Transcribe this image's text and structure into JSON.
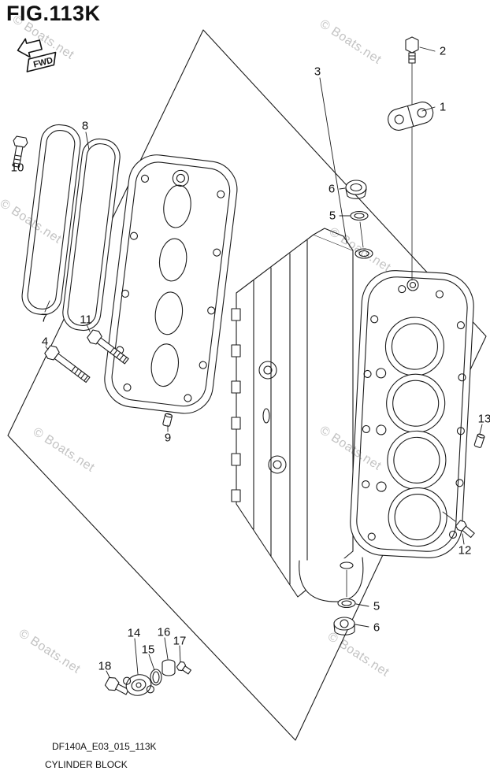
{
  "figure": {
    "title": "FIG.113K",
    "fwd_label": "FWD"
  },
  "watermark": {
    "text": "© Boats.net"
  },
  "callouts": {
    "c1": "1",
    "c2": "2",
    "c3": "3",
    "c4": "4",
    "c5": "5",
    "c6": "6",
    "c7": "7",
    "c8": "8",
    "c9": "9",
    "c10": "10",
    "c11": "11",
    "c12": "12",
    "c13": "13",
    "c14": "14",
    "c15": "15",
    "c16": "16",
    "c17": "17",
    "c18": "18"
  },
  "footer": {
    "part_code": "DF140A_E03_015_113K",
    "diagram_name": "CYLINDER BLOCK"
  }
}
